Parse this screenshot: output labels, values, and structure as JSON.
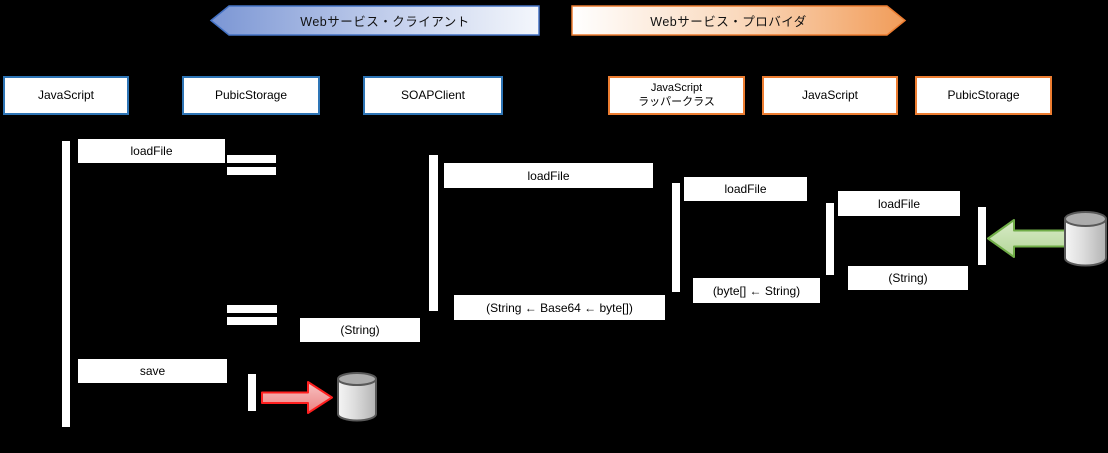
{
  "diagram": {
    "kind": "sequence-diagram",
    "banners": {
      "client": {
        "label": "Webサービス・クライアント"
      },
      "provider": {
        "label": "Webサービス・プロバイダ"
      }
    },
    "actors": [
      {
        "id": "javascript-client",
        "label": "JavaScript",
        "label2": "",
        "side": "client"
      },
      {
        "id": "pubicstorage-client",
        "label": "PubicStorage",
        "label2": "",
        "side": "client"
      },
      {
        "id": "soapclient",
        "label": "SOAPClient",
        "label2": "",
        "side": "client"
      },
      {
        "id": "javascript-wrapper",
        "label": "JavaScript",
        "label2": "ラッパークラス",
        "side": "provider"
      },
      {
        "id": "javascript-provider",
        "label": "JavaScript",
        "label2": "",
        "side": "provider"
      },
      {
        "id": "pubicstorage-provider",
        "label": "PubicStorage",
        "label2": "",
        "side": "provider"
      }
    ],
    "messages": {
      "load_file_1": "loadFile",
      "load_file_2": "loadFile",
      "load_file_3": "loadFile",
      "load_file_4": "loadFile",
      "return_string_provider": "(String)",
      "return_byte_from_string": "(byte[] ← String)",
      "return_string_base64": "(String ← Base64 ← byte[])",
      "return_string_client": "(String)",
      "save": "save"
    },
    "icons": {
      "read_arrow": "green-left-block-arrow",
      "write_arrow": "red-right-block-arrow",
      "storage_right": "database-cylinder",
      "storage_left": "database-cylinder"
    },
    "colors": {
      "background": "#000000",
      "client_banner_border": "#4472C4",
      "client_banner_fill_dark": "#7B96D4",
      "client_banner_fill_light": "#F4F7FC",
      "client_box_border": "#2E75B6",
      "provider_accent": "#ED7D31",
      "provider_banner_fill_light": "#FFFFFF",
      "provider_banner_fill_dark": "#F19C59",
      "label_background": "#FFFFFF",
      "text": "#000000",
      "green_arrow_fill": "#C6E0B4",
      "green_arrow_border": "#70AD47",
      "red_arrow_fill": "#F3A2A2",
      "red_arrow_border": "#FF1F1F",
      "cylinder_body": "#D9D9D9",
      "cylinder_top": "#ACACAC",
      "cylinder_border": "#595959"
    }
  }
}
